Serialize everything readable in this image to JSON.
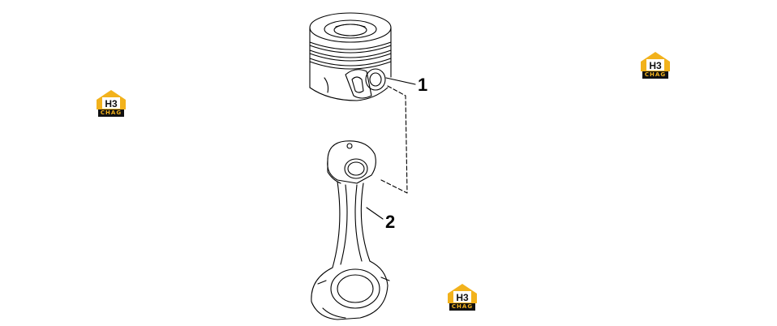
{
  "callouts": [
    {
      "id": "1",
      "label": "1"
    },
    {
      "id": "2",
      "label": "2"
    }
  ],
  "parts": [
    {
      "name": "piston",
      "callout": "1"
    },
    {
      "name": "connecting-rod",
      "callout": "2"
    }
  ],
  "watermark": {
    "text": "CHAG",
    "mark": "H3",
    "colors": {
      "accent": "#f2b21c",
      "dark": "#111111"
    }
  },
  "colors": {
    "line": "#000000",
    "background": "#ffffff"
  }
}
